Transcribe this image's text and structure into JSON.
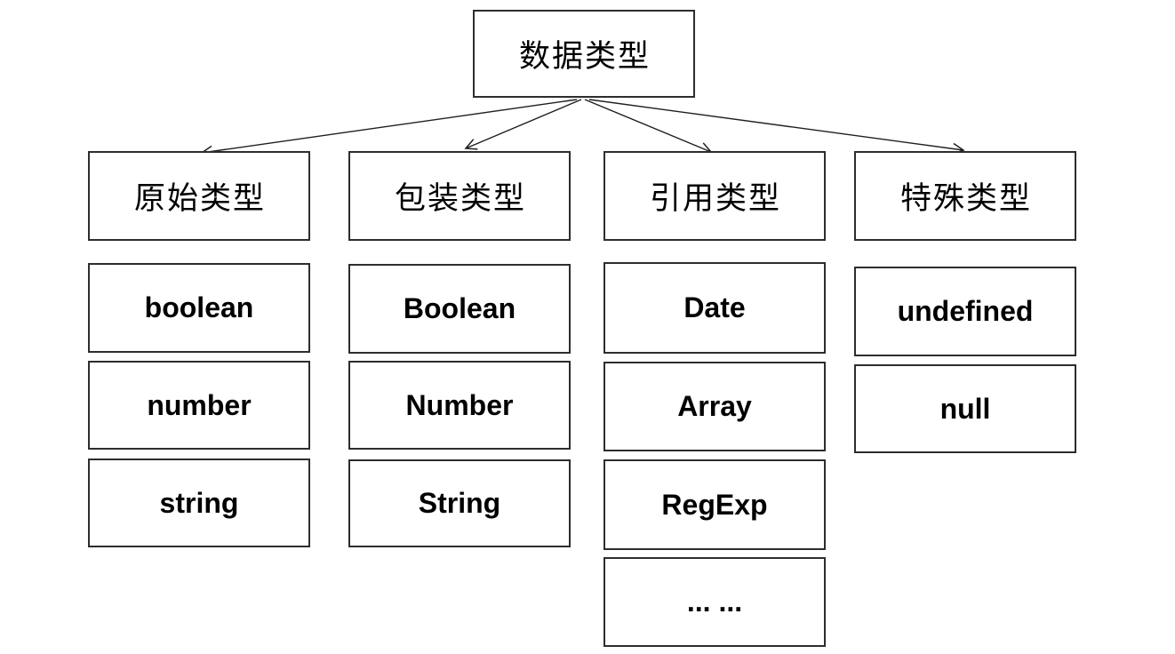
{
  "diagram": {
    "root": {
      "label": "数据类型"
    },
    "columns": [
      {
        "category": "原始类型",
        "items": [
          "boolean",
          "number",
          "string"
        ]
      },
      {
        "category": "包装类型",
        "items": [
          "Boolean",
          "Number",
          "String"
        ]
      },
      {
        "category": "引用类型",
        "items": [
          "Date",
          "Array",
          "RegExp",
          "... ..."
        ]
      },
      {
        "category": "特殊类型",
        "items": [
          "undefined",
          "null"
        ]
      }
    ],
    "edges": [
      {
        "from": "数据类型",
        "to": "原始类型"
      },
      {
        "from": "数据类型",
        "to": "包装类型"
      },
      {
        "from": "数据类型",
        "to": "引用类型"
      },
      {
        "from": "数据类型",
        "to": "特殊类型"
      }
    ],
    "colors": {
      "background": "#ffffff",
      "border": "#2d2d2d",
      "text": "#000000",
      "arrow": "#1f1f1f"
    }
  }
}
